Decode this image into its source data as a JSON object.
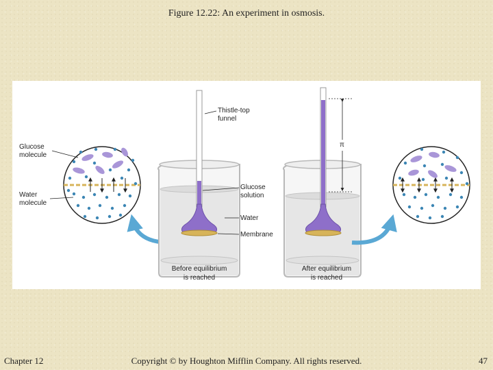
{
  "slide": {
    "title": "Figure 12.22: An experiment in osmosis."
  },
  "figure": {
    "labels": {
      "glucose_molecule": [
        "Glucose",
        "molecule"
      ],
      "water_molecule": [
        "Water",
        "molecule"
      ],
      "thistle_funnel": [
        "Thistle-top",
        "funnel"
      ],
      "glucose_solution": [
        "Glucose",
        "solution"
      ],
      "water": "Water",
      "membrane": "Membrane",
      "pi": "π",
      "before_caption": [
        "Before equilibrium",
        "is reached"
      ],
      "after_caption": [
        "After equilibrium",
        "is reached"
      ]
    },
    "colors": {
      "solution": "#8e6fc9",
      "water_dot": "#3c86b4",
      "membrane": "#d7b45a",
      "arrow": "#5aa8d4",
      "glass": "#d8d8d8"
    }
  },
  "footer": {
    "chapter": "Chapter 12",
    "copyright": "Copyright © by Houghton Mifflin Company. All rights reserved.",
    "page_number": "47"
  }
}
